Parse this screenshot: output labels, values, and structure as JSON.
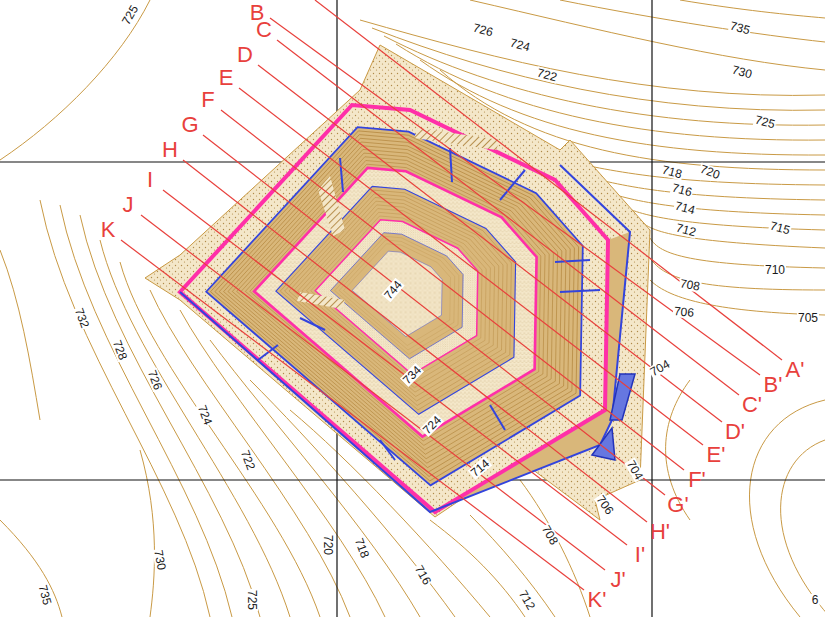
{
  "diagram": {
    "labels": [
      "725",
      "726",
      "735",
      "724",
      "730",
      "722",
      "725",
      "718",
      "720",
      "716",
      "714",
      "715",
      "712",
      "710",
      "708",
      "706",
      "705",
      "704",
      "744",
      "734",
      "724",
      "714",
      "704",
      "706",
      "708",
      "712",
      "716",
      "718",
      "720",
      "725",
      "730",
      "735",
      "732",
      "728",
      "726",
      "724",
      "722",
      "6",
      "B",
      "C",
      "D",
      "E",
      "F",
      "G",
      "H",
      "I",
      "J",
      "K",
      "A'",
      "B'",
      "C'",
      "D'",
      "E'",
      "F'",
      "G'",
      "H'",
      "I'",
      "J'",
      "K'"
    ]
  }
}
